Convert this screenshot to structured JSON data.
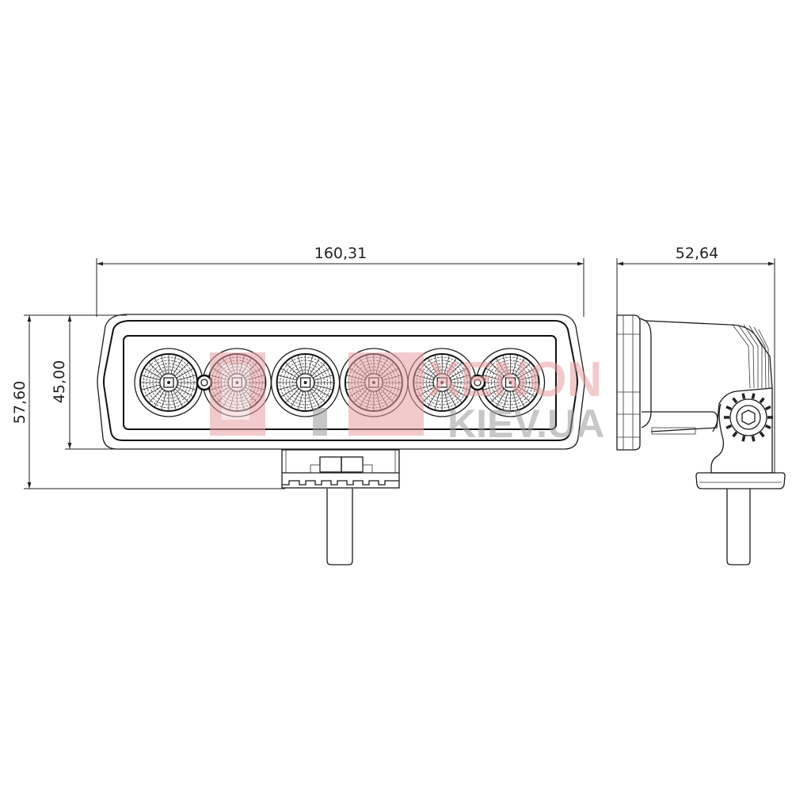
{
  "dimensions": {
    "front_width": "160,31",
    "side_depth": "52,64",
    "total_height": "57,60",
    "housing_height": "45,00"
  },
  "watermark": {
    "brand": "XENON",
    "domain": "KIEV.UA",
    "brand_color": "#e8a0a4",
    "domain_color": "#9a9a9a"
  },
  "led_count": 6
}
